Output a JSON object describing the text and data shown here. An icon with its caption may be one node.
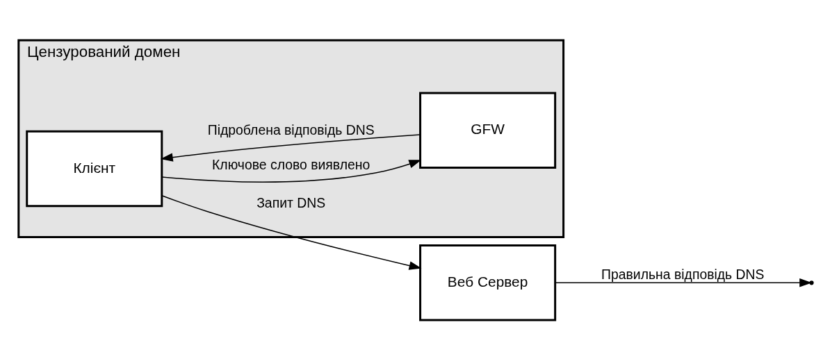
{
  "diagram": {
    "nodes": [
      {
        "text": [
          "Цензурований домен"
        ]
      },
      {
        "text": [
          "Клієнт"
        ],
        "in": 0
      },
      {
        "text": [
          "GFW"
        ],
        "in": 0
      },
      {
        "text": [
          "Веб Сервер"
        ]
      }
    ],
    "edges": [
      {
        "from": 1,
        "to": 3,
        "arrow": "to",
        "label": "Запит DNS"
      },
      {
        "from": 1,
        "to": 2,
        "arrow": "to",
        "label": "Ключове слово виявлено"
      },
      {
        "from": 3,
        "to": null,
        "arrow": "to",
        "label": "Правильна відповідь DNS"
      },
      {
        "from": 2,
        "to": 1,
        "arrow": "to",
        "label": "Підроблена відповідь DNS"
      }
    ]
  }
}
